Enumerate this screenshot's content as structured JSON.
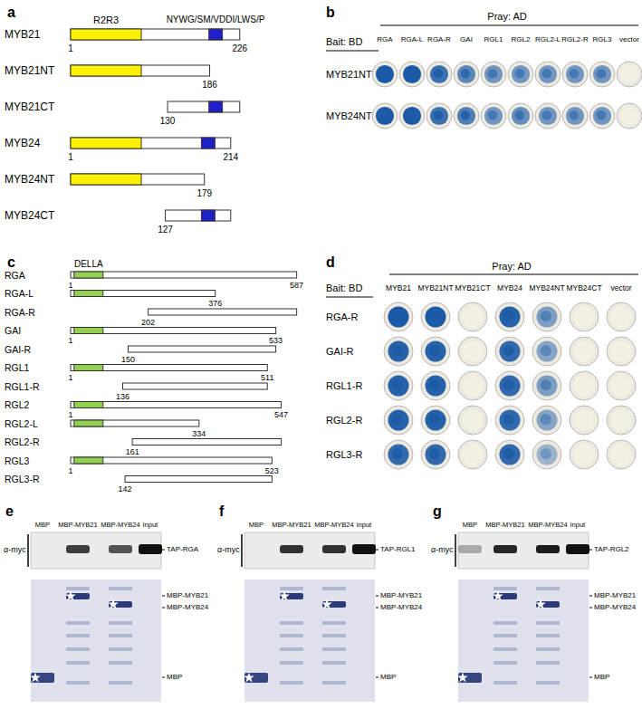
{
  "diagram": {
    "labels": [
      "a",
      "R2R3",
      "NYWG/SM/VDDI/LWS/P",
      "MYB21",
      "1",
      "226",
      "MYB21NT",
      "186",
      "MYB21CT",
      "130",
      "MYB24",
      "1",
      "214",
      "MYB24NT",
      "179",
      "MYB24CT",
      "127",
      "b",
      "Pray: AD",
      "Bait: BD",
      "RGA",
      "RGA-L",
      "RGA-R",
      "GAI",
      "RGL1",
      "RGL2",
      "RGL2-L",
      "RGL2-R",
      "RGL3",
      "vector",
      "MYB21NT",
      "MYB24NT",
      "c",
      "DELLA",
      "RGA",
      "1",
      "587",
      "RGA-L",
      "376",
      "RGA-R",
      "202",
      "GAI",
      "1",
      "533",
      "GAI-R",
      "150",
      "RGL1",
      "1",
      "511",
      "RGL1-R",
      "136",
      "RGL2",
      "1",
      "547",
      "RGL2-L",
      "334",
      "RGL2-R",
      "161",
      "RGL3",
      "1",
      "523",
      "RGL3-R",
      "142",
      "d",
      "Pray: AD",
      "Bait: BD",
      "MYB21",
      "MYB21NT",
      "MYB21CT",
      "MYB24",
      "MYB24NT",
      "MYB24CT",
      "vector",
      "RGA-R",
      "GAI-R",
      "RGL1-R",
      "RGL2-R",
      "RGL3-R",
      "e",
      "MBP",
      "MBP-MYB21",
      "MBP-MYB24",
      "input",
      "α-myc",
      "TAP-RGA",
      "MBP-MYB21",
      "MBP-MYB24",
      "MBP",
      "f",
      "MBP",
      "MBP-MYB21",
      "MBP-MYB24",
      "input",
      "α-myc",
      "TAP-RGL1",
      "MBP-MYB21",
      "MBP-MYB24",
      "MBP",
      "g",
      "MBP",
      "MBP-MYB21",
      "MBP-MYB24",
      "input",
      "α-myc",
      "TAP-RGL2",
      "MBP-MYB21",
      "MBP-MYB24",
      "MBP"
    ]
  }
}
